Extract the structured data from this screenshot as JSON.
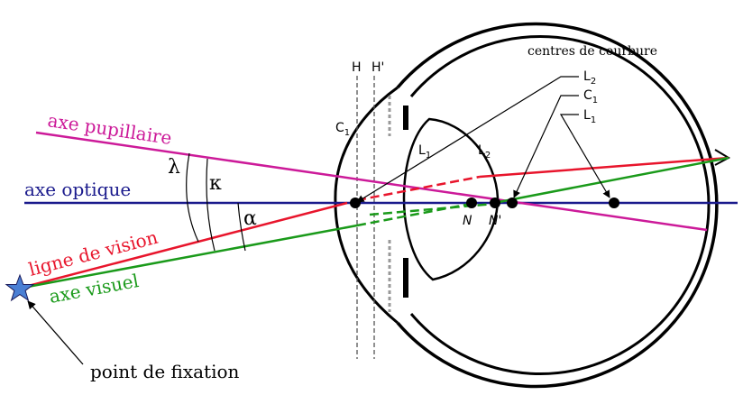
{
  "labels": {
    "axe_pupillaire": "axe pupillaire",
    "axe_optique": "axe optique",
    "ligne_de_vision": "ligne de vision",
    "axe_visuel": "axe visuel",
    "point_de_fixation": "point de fixation",
    "centres_de_courbure": "centres de courbure",
    "H": "H",
    "H_prime": "H'",
    "N": "N",
    "N_prime": "N'",
    "lambda": "λ",
    "kappa": "κ",
    "alpha": "α",
    "C1_main": "C",
    "C1_main_sub": "1",
    "L1_lens": "L",
    "L1_lens_sub": "1",
    "L2_lens": "L",
    "L2_lens_sub": "2",
    "L2_right": "L",
    "L2_right_sub": "2",
    "C1_right": "C",
    "C1_right_sub": "1",
    "L1_right": "L",
    "L1_right_sub": "1"
  },
  "colors": {
    "pupillary_axis": "#cc1a99",
    "optical_axis": "#1a1a8c",
    "line_of_sight": "#e8152c",
    "visual_axis": "#1a9a1a",
    "star": "#4a7fd4",
    "outline": "#000000",
    "principal_planes": "#555555",
    "grey_dash": "#999999"
  }
}
